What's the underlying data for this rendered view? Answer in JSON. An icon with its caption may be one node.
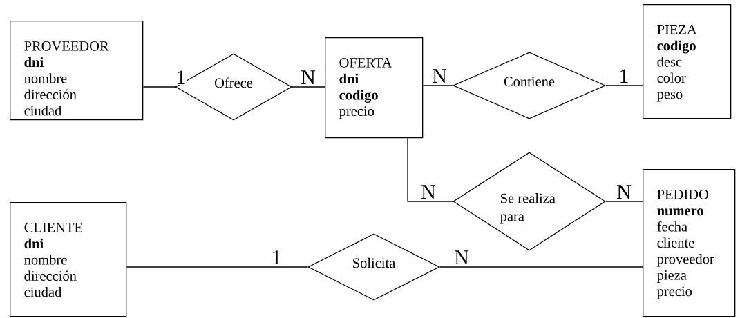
{
  "diagram": {
    "nodes": [
      {
        "text": [
          "PROVEEDOR",
          "**dni** nombre dirección ciudad"
        ]
      },
      {
        "text": [
          "Ofrece"
        ]
      },
      {
        "text": [
          "OFERTA",
          "**dni** **codigo** precio"
        ]
      },
      {
        "text": [
          "Contiene"
        ]
      },
      {
        "text": [
          "PIEZA",
          "**codigo** desc color peso"
        ]
      },
      {
        "text": [
          "Se realiza para"
        ]
      },
      {
        "text": [
          "PEDIDO",
          "**numero** fecha cliente proveedor pieza precio"
        ]
      },
      {
        "text": [
          "CLIENTE",
          "**dni** nombre dirección ciudad"
        ]
      },
      {
        "text": [
          "Solicita"
        ]
      }
    ],
    "edges": [
      {
        "from": 0,
        "to": 1,
        "arrow": "none",
        "label": "1"
      },
      {
        "from": 2,
        "to": 1,
        "arrow": "none",
        "label": "N"
      },
      {
        "from": 2,
        "to": 3,
        "arrow": "none",
        "label": "N"
      },
      {
        "from": 4,
        "to": 3,
        "arrow": "none",
        "label": "1"
      },
      {
        "from": 2,
        "to": 5,
        "arrow": "none",
        "label": "N"
      },
      {
        "from": 6,
        "to": 5,
        "arrow": "none",
        "label": "N"
      },
      {
        "from": 7,
        "to": 8,
        "arrow": "none",
        "label": "1"
      },
      {
        "from": 6,
        "to": 8,
        "arrow": "none",
        "label": "N"
      }
    ]
  }
}
